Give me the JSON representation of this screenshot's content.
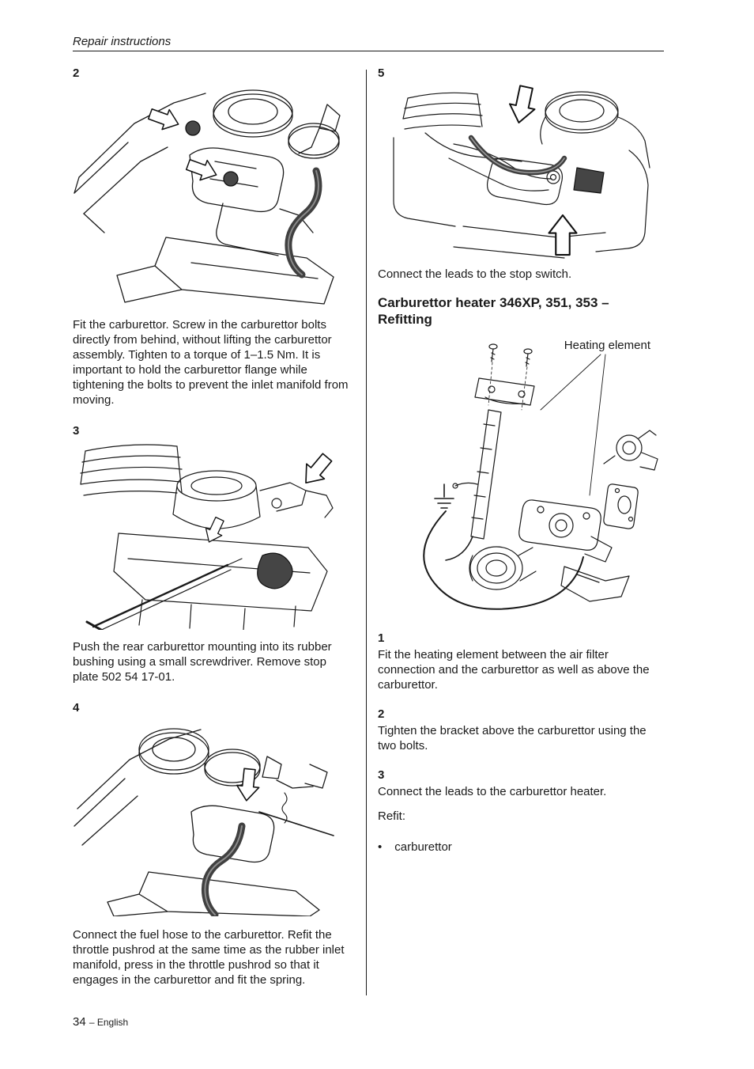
{
  "page": {
    "header_title": "Repair instructions",
    "footer_page_number": "34",
    "footer_language": "– English"
  },
  "left_column": {
    "steps": [
      {
        "number": "2",
        "text": "Fit the carburettor. Screw in the carburettor bolts directly from behind, without lifting the carburettor assembly. Tighten to a torque of 1–1.5 Nm. It is important to hold the carburettor flange while tightening the bolts to prevent the inlet manifold from moving."
      },
      {
        "number": "3",
        "text": "Push the rear carburettor mounting into its rubber bushing using a small screwdriver. Remove stop plate 502 54 17-01."
      },
      {
        "number": "4",
        "text": "Connect the fuel hose to the carburettor. Refit the throttle pushrod at the same time as the rubber inlet manifold, press in the throttle pushrod so that it engages in the carburettor and fit the spring."
      }
    ]
  },
  "right_column": {
    "step_5": {
      "number": "5",
      "text": "Connect the leads to the stop switch."
    },
    "section_heading": "Carburettor heater 346XP, 351, 353 – Refitting",
    "figure_label": "Heating element",
    "steps": [
      {
        "number": "1",
        "text": "Fit the heating element between the air filter connection and the carburettor as well as above the carburettor."
      },
      {
        "number": "2",
        "text": "Tighten the bracket above the carburettor using the two bolts."
      },
      {
        "number": "3",
        "text": "Connect the leads to the carburettor heater."
      }
    ],
    "refit_label": "Refit:",
    "bullet_char": "•",
    "refit_items": [
      "carburettor"
    ]
  }
}
